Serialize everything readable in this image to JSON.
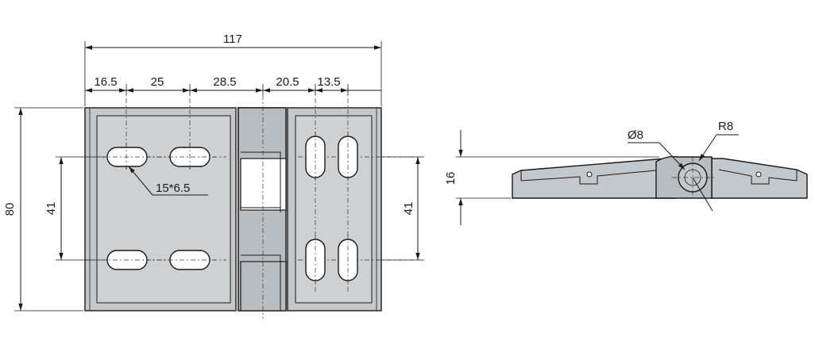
{
  "colors": {
    "leaf_fill": "#c3c8cc",
    "leaf_inner": "#cdd1d4",
    "knuckle_fill": "#b8bdc1",
    "line": "#1a1a1a",
    "background": "#ffffff"
  },
  "dimensions": {
    "overall_width": "117",
    "seg_1": "16.5",
    "seg_2": "25",
    "seg_3": "28.5",
    "seg_4": "20.5",
    "seg_5": "13.5",
    "overall_height": "80",
    "left_slot_spacing": "41",
    "right_slot_spacing": "41",
    "slot_size": "15*6.5",
    "side_height": "16",
    "pin_diameter": "Ø8",
    "knuckle_radius": "R8"
  }
}
